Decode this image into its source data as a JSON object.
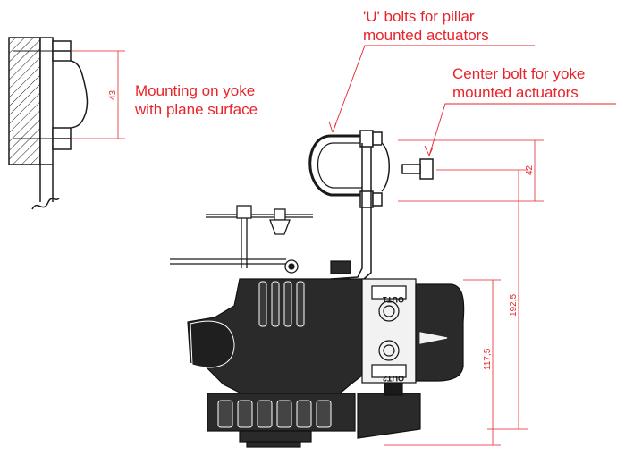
{
  "annotations": {
    "u_bolts": [
      "'U' bolts for pillar",
      "mounted actuators"
    ],
    "center_bolt": [
      "Center bolt for yoke",
      "mounted actuators"
    ],
    "yoke_mounting": [
      "Mounting on yoke",
      "with plane surface"
    ]
  },
  "dimensions": {
    "yoke_bolt_spacing": "43",
    "u_bolt_spacing": "42",
    "total_height": "192,5",
    "lower_height": "117,5"
  },
  "labels": {
    "out_top": "OUT1",
    "out_bottom": "OUT2"
  },
  "colors": {
    "accent": "#e8232a",
    "line": "#1a1a1a",
    "body": "#2a2a2a",
    "panel": "#f2f2f2"
  }
}
